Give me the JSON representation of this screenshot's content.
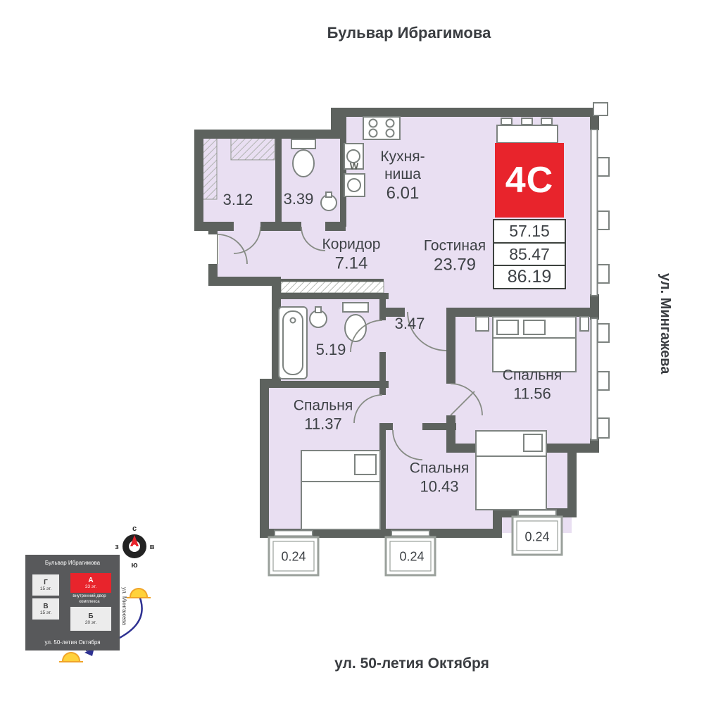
{
  "streets": {
    "top": "Бульвар Ибрагимова",
    "right": "ул. Мингажева",
    "bottom": "ул. 50-летия Октября"
  },
  "unit": {
    "badge": "4C",
    "areas": {
      "living": "57.15",
      "total": "85.47",
      "total_with_balconies": "86.19"
    }
  },
  "rooms": {
    "wardrobe": {
      "area": "3.12"
    },
    "wc": {
      "area": "3.39"
    },
    "kitchen": {
      "name_line1": "Кухня-",
      "name_line2": "ниша",
      "area": "6.01"
    },
    "corridor": {
      "name": "Коридор",
      "area": "7.14"
    },
    "living": {
      "name": "Гостиная",
      "area": "23.79"
    },
    "hall": {
      "area": "3.47"
    },
    "bathroom": {
      "area": "5.19"
    },
    "bedroom1": {
      "name": "Спальня",
      "area": "11.56"
    },
    "bedroom2": {
      "name": "Спальня",
      "area": "11.37"
    },
    "bedroom3": {
      "name": "Спальня",
      "area": "10.43"
    },
    "balcony1": {
      "area": "0.24"
    },
    "balcony2": {
      "area": "0.24"
    },
    "balcony3": {
      "area": "0.24"
    }
  },
  "labels": {
    "washer": "W"
  },
  "minimap": {
    "street_top": "Бульвар Ибрагимова",
    "street_bottom": "ул. 50-летия Октября",
    "street_right": "ул. Мингажева",
    "courtyard": "внутренний двор комплекса",
    "buildings": {
      "g": {
        "label": "Г",
        "floors": "15 эт."
      },
      "v": {
        "label": "В",
        "floors": "15 эт."
      },
      "a": {
        "label": "А",
        "floors": "33 эт."
      },
      "b": {
        "label": "Б",
        "floors": "20 эт."
      }
    },
    "compass": {
      "north": "с",
      "east": "в",
      "south": "ю",
      "west": "з"
    }
  },
  "colors": {
    "room_fill": "#e9dff2",
    "walls": "#5d625e",
    "accent_red": "#e8242c",
    "minimap_panel": "#58595b"
  }
}
